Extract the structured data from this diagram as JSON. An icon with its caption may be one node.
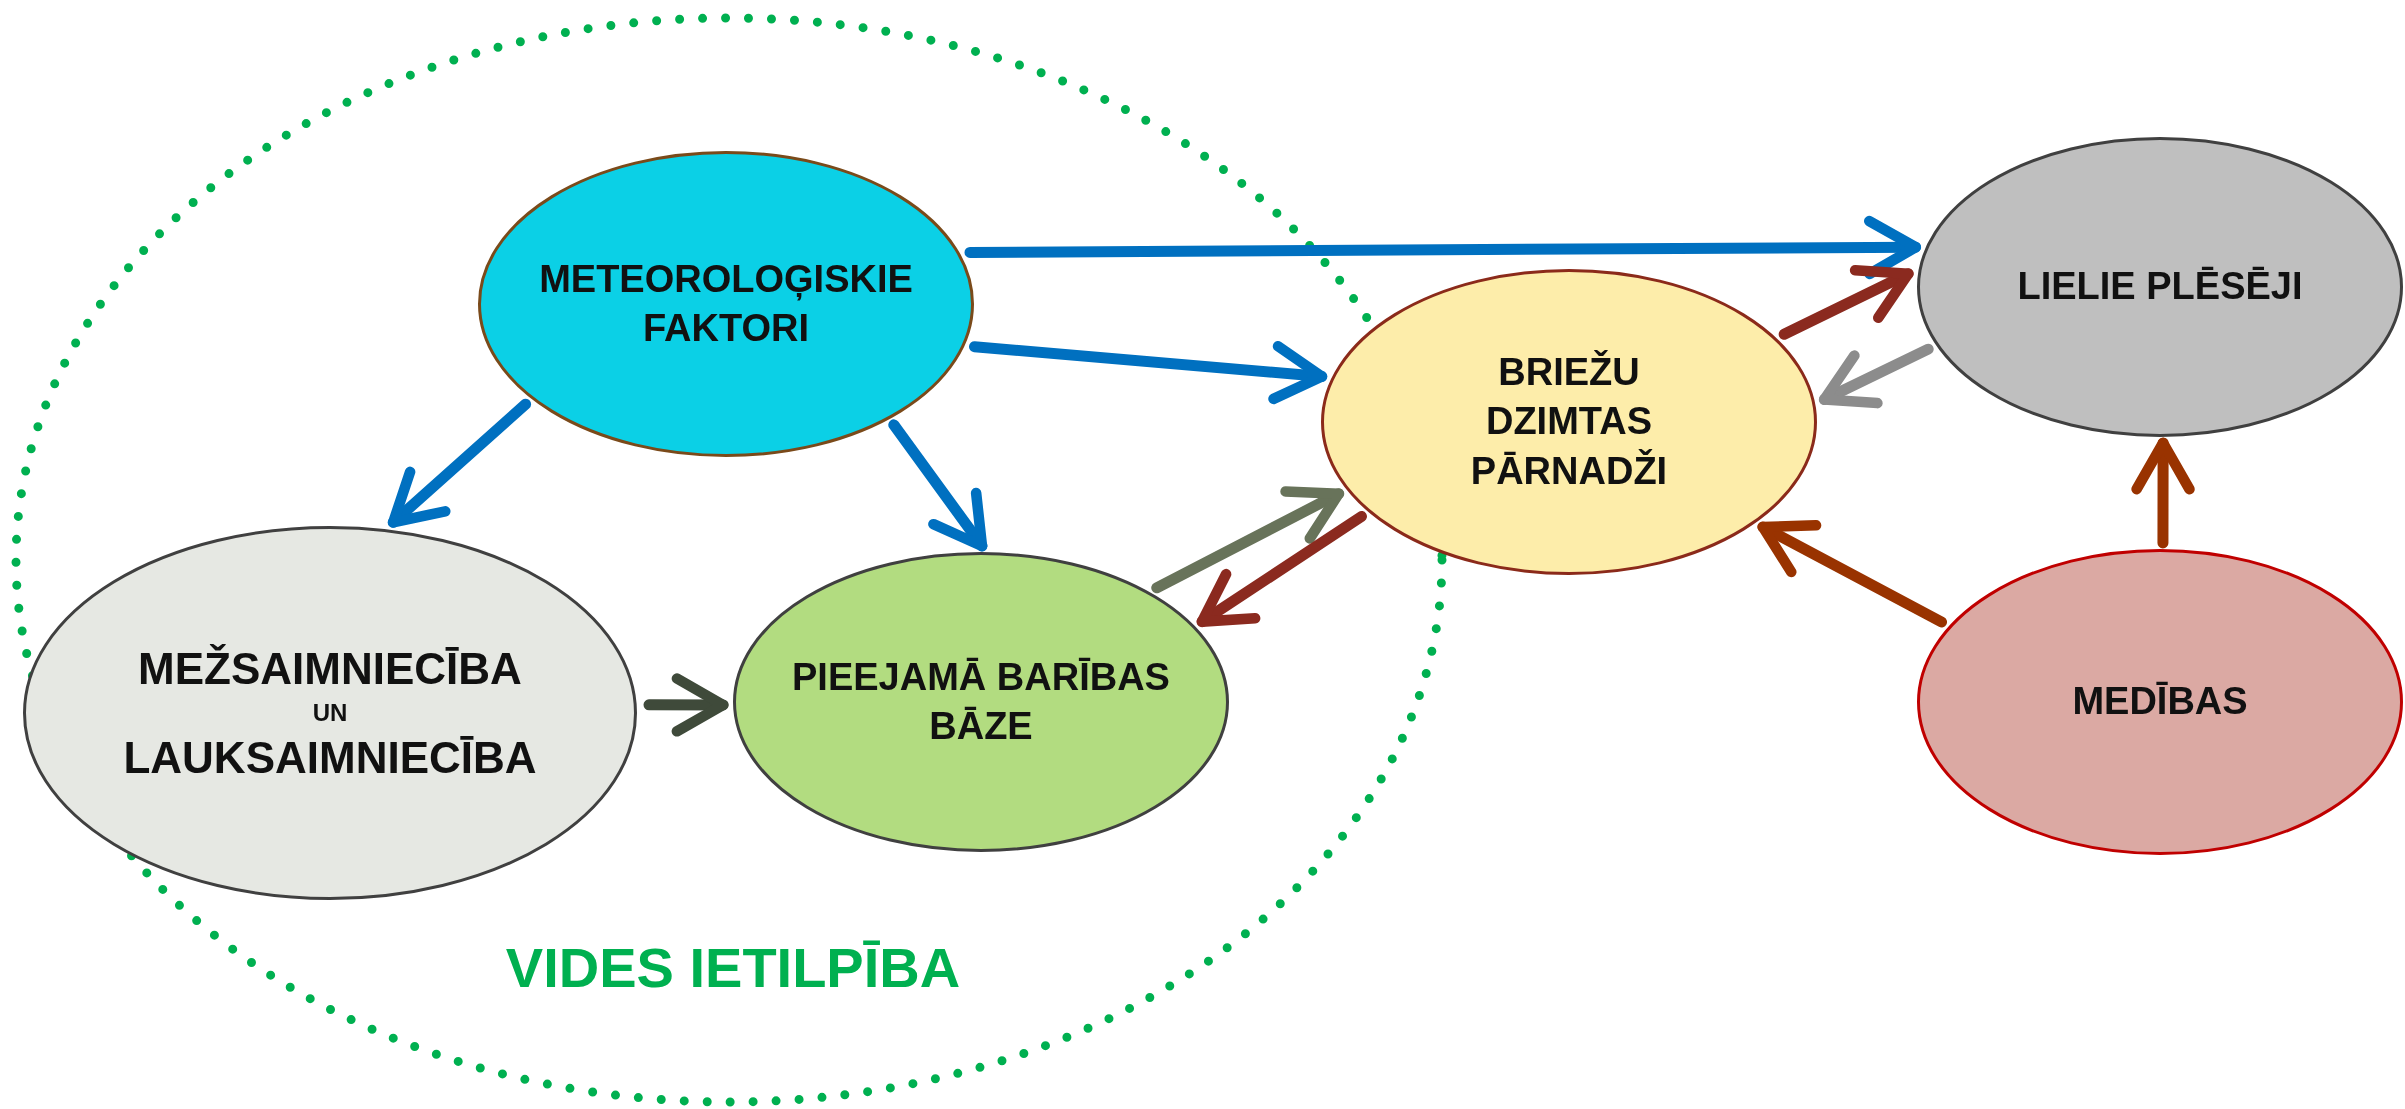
{
  "diagram": {
    "nodes": [
      {
        "text": [
          "VIDES IETILPĪBA"
        ]
      },
      {
        "text": [
          "METEOROLOĢISKIE FAKTORI"
        ],
        "in": 0
      },
      {
        "text": [
          "MEŽSAIMNIECĪBA",
          "UN",
          "LAUKSAIMNIECĪBA"
        ],
        "in": 0
      },
      {
        "text": [
          "PIEEJAMĀ BARĪBAS BĀZE"
        ],
        "in": 0
      },
      {
        "text": [
          "BRIEŽU DZIMTAS PĀRNADŽI"
        ]
      },
      {
        "text": [
          "LIELIE PLĒSĒJI"
        ]
      },
      {
        "text": [
          "MEDĪBAS"
        ]
      }
    ],
    "edges": [
      {
        "from": 1,
        "to": 5,
        "arrow": "to",
        "color": "#0070c0"
      },
      {
        "from": 1,
        "to": 4,
        "arrow": "to",
        "color": "#0070c0"
      },
      {
        "from": 1,
        "to": 2,
        "arrow": "to",
        "color": "#0070c0"
      },
      {
        "from": 1,
        "to": 3,
        "arrow": "to",
        "color": "#0070c0"
      },
      {
        "from": 2,
        "to": 3,
        "arrow": "to",
        "color": "#3f4a3a"
      },
      {
        "from": 3,
        "to": 4,
        "arrow": "to",
        "color": "#68735a"
      },
      {
        "from": 4,
        "to": 3,
        "arrow": "to",
        "color": "#8b2a1f"
      },
      {
        "from": 4,
        "to": 5,
        "arrow": "to",
        "color": "#8b2a1f"
      },
      {
        "from": 5,
        "to": 4,
        "arrow": "to",
        "color": "#8c8c8c"
      },
      {
        "from": 6,
        "to": 4,
        "arrow": "to",
        "color": "#993300"
      },
      {
        "from": 6,
        "to": 5,
        "arrow": "to",
        "color": "#993300"
      }
    ]
  }
}
